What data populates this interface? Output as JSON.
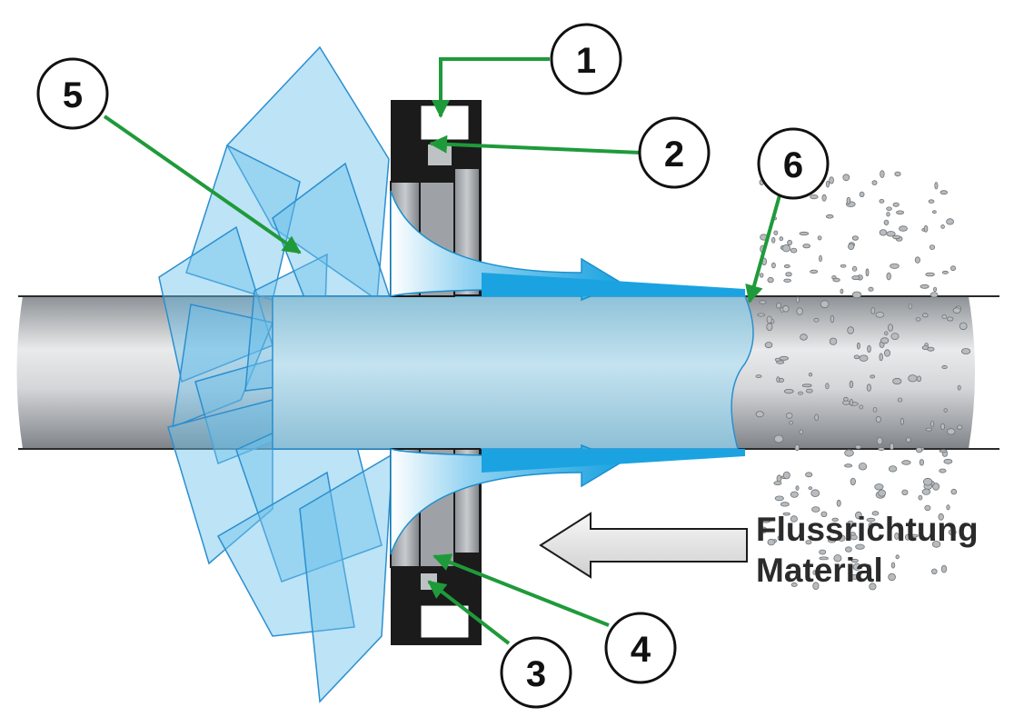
{
  "diagram": {
    "callouts": [
      {
        "id": "1",
        "label": "1"
      },
      {
        "id": "2",
        "label": "2"
      },
      {
        "id": "3",
        "label": "3"
      },
      {
        "id": "4",
        "label": "4"
      },
      {
        "id": "5",
        "label": "5"
      },
      {
        "id": "6",
        "label": "6"
      }
    ],
    "flow_label": {
      "line1": "Flussrichtung",
      "line2": "Material"
    }
  },
  "colors": {
    "rod": "#9a9ea3",
    "coating": "#aed6e8",
    "scraped": "#29a8e0",
    "shards": "#6cc2ec",
    "callout_arrow": "#1f9a3a",
    "seal_housing": "#1b1b1b",
    "arrow_fill": "#e4e4e4"
  }
}
